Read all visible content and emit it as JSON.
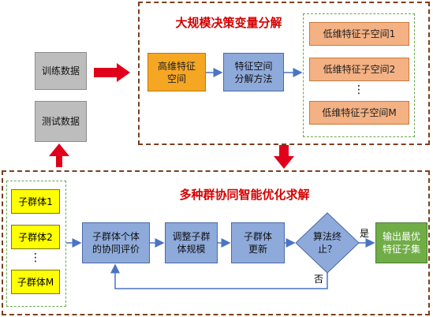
{
  "top_panel": {
    "title": "大规模决策变量分解",
    "high_dim_space": "高维特征\n空间",
    "decomposition_method": "特征空间\n分解方法",
    "subspaces": [
      "低维特征子空间1",
      "低维特征子空间2"
    ],
    "subspace_dots": "⋮",
    "subspace_last": "低维特征子空间M"
  },
  "left": {
    "train_data": "训练数据",
    "test_data": "测试数据"
  },
  "bottom_panel": {
    "title": "多种群协同智能优化求解",
    "subpops": [
      "子群体1",
      "子群体2"
    ],
    "subpop_dots": "⋮",
    "subpop_last": "子群体M",
    "coop_eval": "子群体个体\n的协同评价",
    "adjust_scale": "调整子群\n体规模",
    "update": "子群体\n更新",
    "terminate": "算法终\n止？",
    "yes_label": "是",
    "no_label": "否",
    "output": "输出最优\n特征子集"
  },
  "colors": {
    "red_arrow": "#e0001b",
    "blue_arrow": "#4a74c4",
    "panel_border": "#7b3f1d",
    "inner_border": "#6aa84f"
  }
}
